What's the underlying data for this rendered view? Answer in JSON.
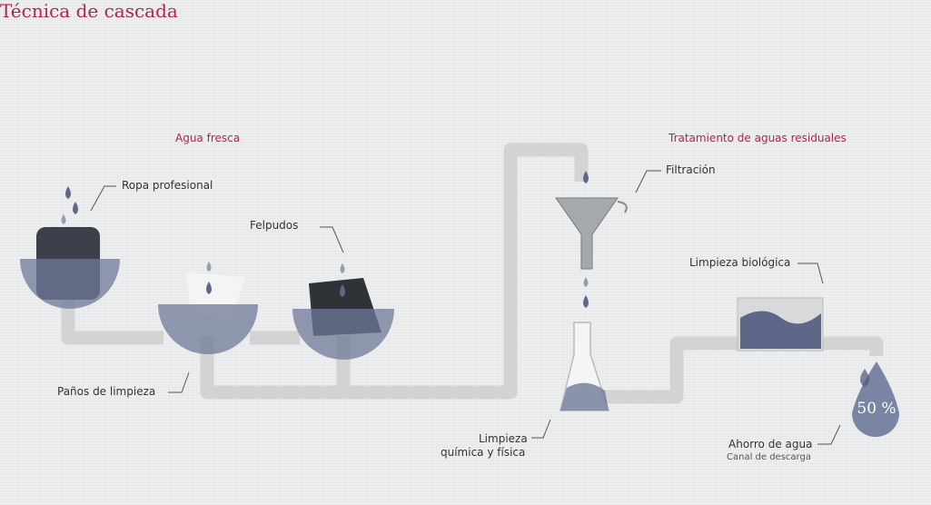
{
  "title": "Técnica de cascada",
  "sections": {
    "fresh_water": "Agua fresca",
    "wastewater": "Tratamiento de aguas residuales"
  },
  "labels": {
    "workwear": "Ropa profesional",
    "mats": "Felpudos",
    "cloths": "Paños de limpieza",
    "filtration": "Filtración",
    "bio": "Limpieza biológica",
    "chem_line1": "Limpieza",
    "chem_line2": "química y física",
    "saving": "Ahorro de agua",
    "drain": "Canal de descarga"
  },
  "saving_value": "50 %",
  "colors": {
    "accent": "#b52446",
    "water": "#6f7a9a",
    "pipe": "#d3d3d3"
  }
}
